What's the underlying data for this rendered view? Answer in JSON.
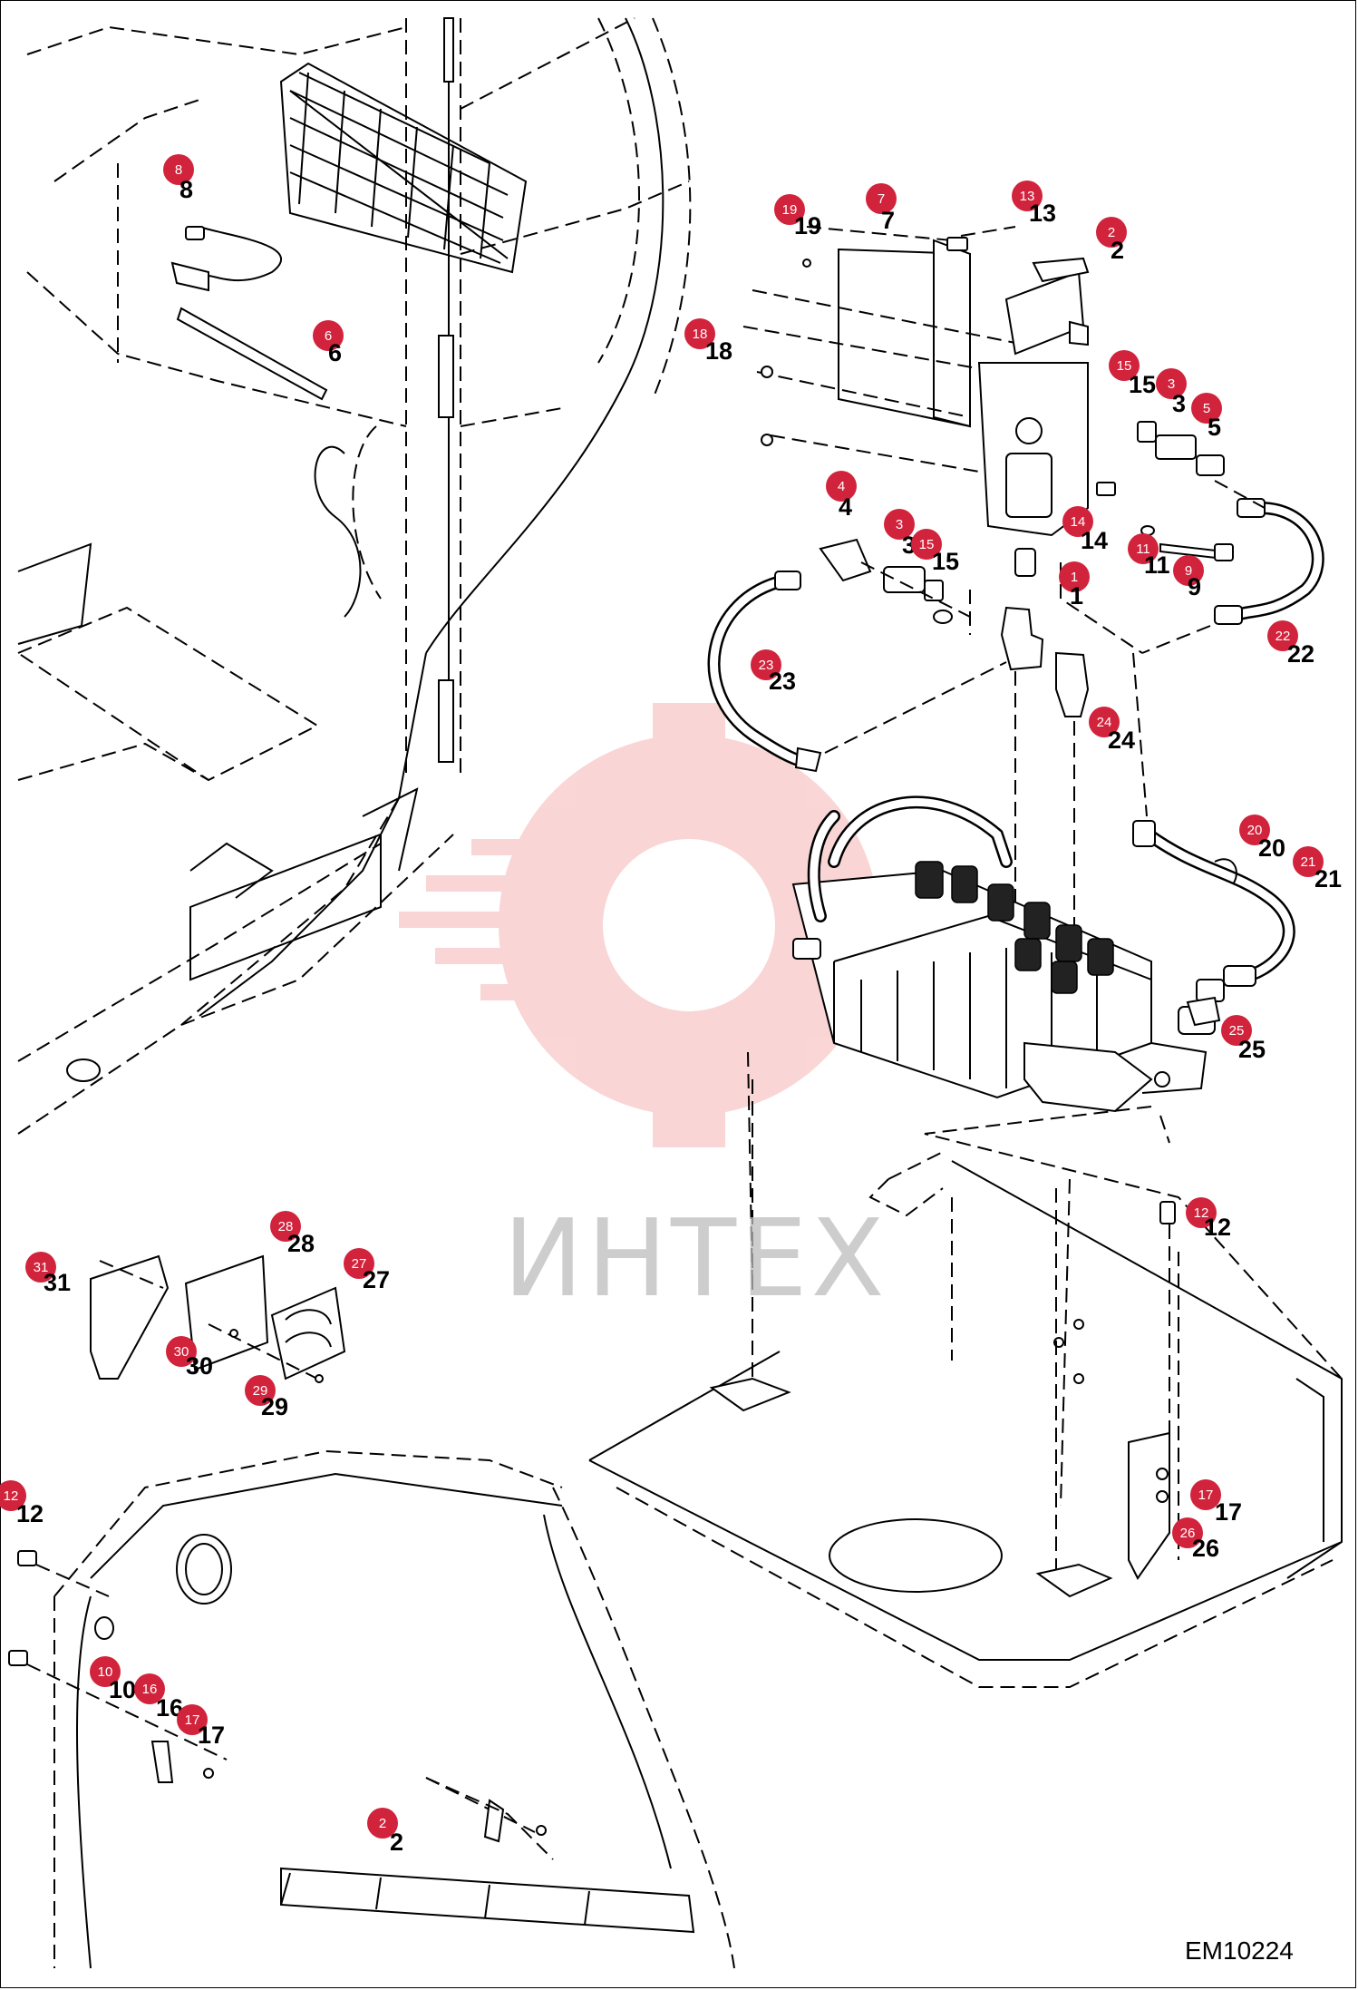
{
  "drawing": {
    "code": "EM10224",
    "watermark": "ИНТЕХ",
    "accent_color": "#d1233b",
    "watermark_color": "#f08a8a"
  },
  "callouts": [
    {
      "id": "1",
      "label": "1",
      "badge": "1"
    },
    {
      "id": "2a",
      "label": "2",
      "badge": "2"
    },
    {
      "id": "2b",
      "label": "2",
      "badge": "2"
    },
    {
      "id": "3a",
      "label": "3",
      "badge": "3"
    },
    {
      "id": "3b",
      "label": "3",
      "badge": "3"
    },
    {
      "id": "4",
      "label": "4",
      "badge": "4"
    },
    {
      "id": "5",
      "label": "5",
      "badge": "5"
    },
    {
      "id": "6",
      "label": "6",
      "badge": "6"
    },
    {
      "id": "7",
      "label": "7",
      "badge": "7"
    },
    {
      "id": "8",
      "label": "8",
      "badge": "8"
    },
    {
      "id": "9",
      "label": "9",
      "badge": "9"
    },
    {
      "id": "10",
      "label": "10",
      "badge": "10"
    },
    {
      "id": "11",
      "label": "11",
      "badge": "11"
    },
    {
      "id": "12a",
      "label": "12",
      "badge": "12"
    },
    {
      "id": "12b",
      "label": "12",
      "badge": "12"
    },
    {
      "id": "13",
      "label": "13",
      "badge": "13"
    },
    {
      "id": "14",
      "label": "14",
      "badge": "14"
    },
    {
      "id": "15a",
      "label": "15",
      "badge": "15"
    },
    {
      "id": "15b",
      "label": "15",
      "badge": "15"
    },
    {
      "id": "16",
      "label": "16",
      "badge": "16"
    },
    {
      "id": "17a",
      "label": "17",
      "badge": "17"
    },
    {
      "id": "17b",
      "label": "17",
      "badge": "17"
    },
    {
      "id": "18",
      "label": "18",
      "badge": "18"
    },
    {
      "id": "19",
      "label": "19",
      "badge": "19"
    },
    {
      "id": "20",
      "label": "20",
      "badge": "20"
    },
    {
      "id": "21",
      "label": "21",
      "badge": "21"
    },
    {
      "id": "22",
      "label": "22",
      "badge": "22"
    },
    {
      "id": "23",
      "label": "23",
      "badge": "23"
    },
    {
      "id": "24",
      "label": "24",
      "badge": "24"
    },
    {
      "id": "25",
      "label": "25",
      "badge": "25"
    },
    {
      "id": "26",
      "label": "26",
      "badge": "26"
    },
    {
      "id": "27",
      "label": "27",
      "badge": "27"
    },
    {
      "id": "28",
      "label": "28",
      "badge": "28"
    },
    {
      "id": "29",
      "label": "29",
      "badge": "29"
    },
    {
      "id": "30",
      "label": "30",
      "badge": "30"
    },
    {
      "id": "31",
      "label": "31",
      "badge": "31"
    }
  ]
}
